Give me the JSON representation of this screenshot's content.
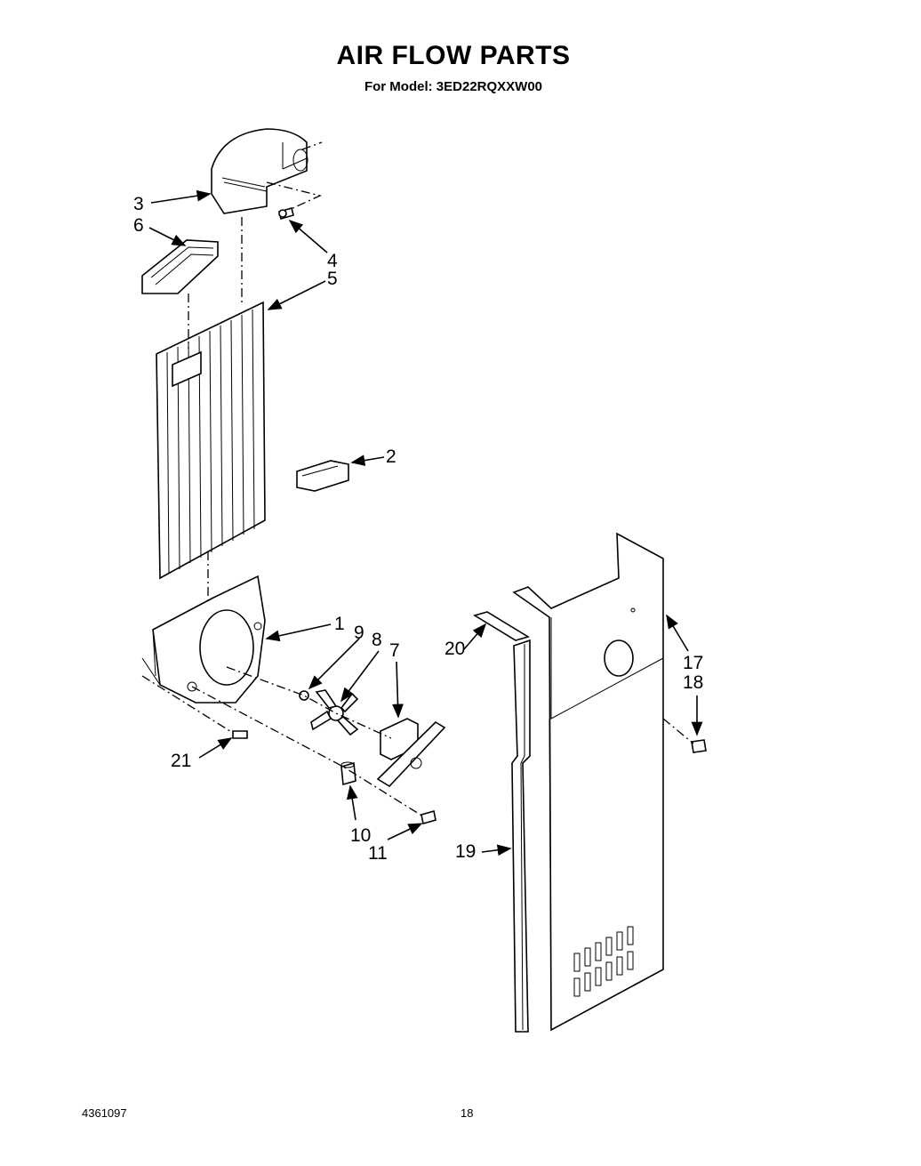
{
  "header": {
    "title": "AIR FLOW PARTS",
    "subtitle": "For Model: 3ED22RQXXW00"
  },
  "footer": {
    "doc_number": "4361097",
    "page_number": "18"
  },
  "callouts": [
    "1",
    "2",
    "3",
    "4",
    "5",
    "6",
    "7",
    "8",
    "9",
    "10",
    "11",
    "17",
    "18",
    "19",
    "20",
    "21"
  ]
}
